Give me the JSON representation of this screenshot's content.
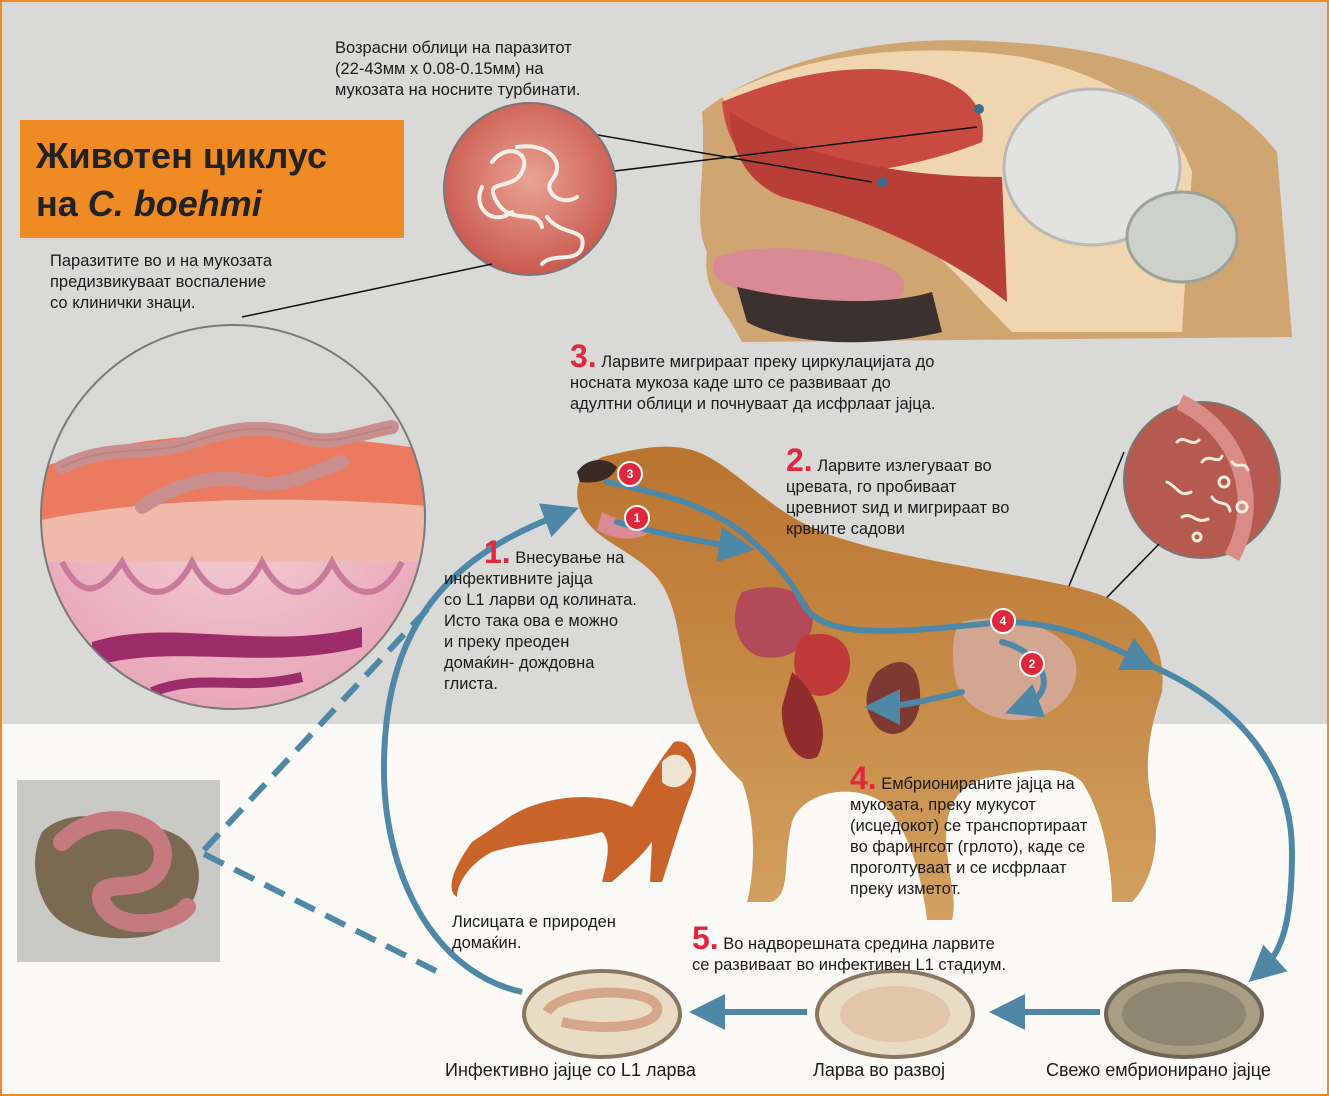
{
  "title": {
    "line1": "Животен циклус",
    "line2_prefix": "на ",
    "line2_species": "C. boehmi"
  },
  "texts": {
    "adult_forms": [
      "Возрасни облици на паразитот",
      "(22-43мм x 0.08-0.15мм) на",
      "мукозата на носните турбинати."
    ],
    "mucosa_inflammation": [
      "Паразитите во и на мукозата",
      "предизвикуваат воспаление",
      "со клинички знаци."
    ],
    "fox_host": [
      "Лисицата е природен",
      "домаќин."
    ]
  },
  "steps": [
    {
      "number": "1.",
      "lines": [
        "Внесување на",
        "инфективните јајца",
        "со L1 ларви од колината.",
        "Исто така ова е можно",
        "и преку преоден",
        "домаќин- дождовна",
        "глиста."
      ]
    },
    {
      "number": "2.",
      "lines": [
        "Ларвите излегуваат во",
        "цревата, го пробиваат",
        "цревниот ѕид и мигрираат во",
        "крвните садови"
      ]
    },
    {
      "number": "3.",
      "lines": [
        "Ларвите мигрираат преку циркулацијата до",
        "носната мукоза каде што се развиваат до",
        "адултни облици и почнуваат да исфрлаат јајца."
      ]
    },
    {
      "number": "4.",
      "lines": [
        "Ембрионираните јајца на",
        "мукозата, преку мукусот",
        "(исцедокот) се транспортираат",
        "во фарингсот (грлото), каде се",
        "проголтуваат и се исфрлаат",
        "преку изметот."
      ]
    },
    {
      "number": "5.",
      "lines": [
        "Во надворешната средина ларвите",
        "се развиваат во инфективен L1 стадиум."
      ]
    }
  ],
  "badges": [
    "1",
    "2",
    "3",
    "4"
  ],
  "egg_stages": [
    {
      "label": "Инфективно јајце со L1 ларва"
    },
    {
      "label": "Ларва во развој"
    },
    {
      "label": "Свежо ембрионирано јајце"
    }
  ],
  "colors": {
    "accent_orange": "#f08a24",
    "step_red": "#e0283c",
    "arrow_blue": "#4f88a6",
    "upper_bg": "#d9d9d7"
  }
}
